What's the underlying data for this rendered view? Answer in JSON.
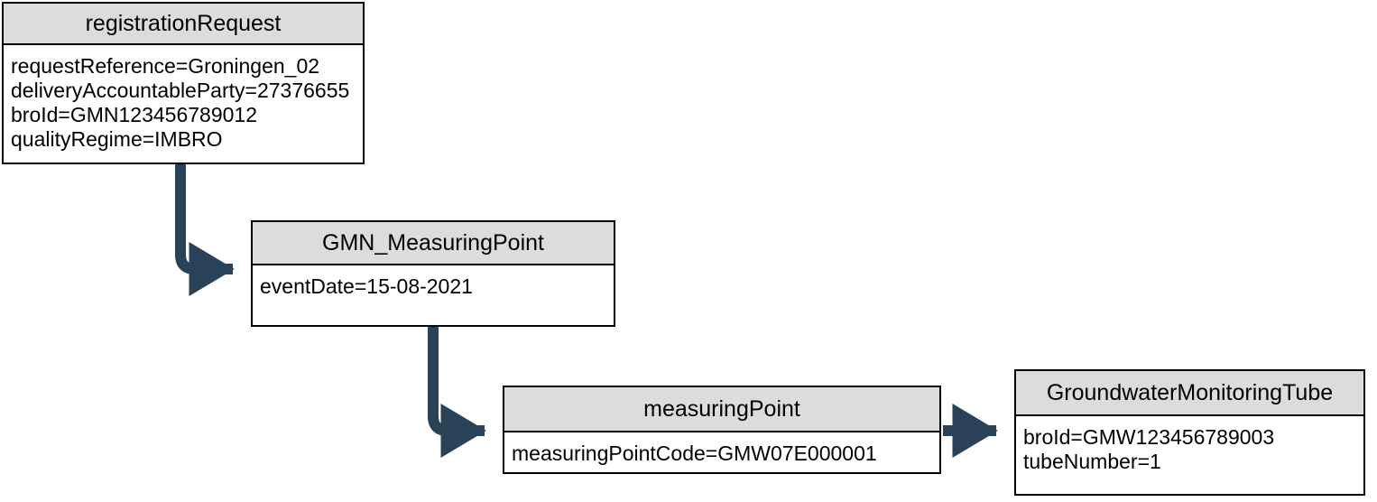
{
  "diagram": {
    "type": "object-diagram",
    "colors": {
      "box_header_fill": "#dcdcdc",
      "box_body_fill": "#ffffff",
      "box_border": "#000000",
      "connector": "#2a4258",
      "text": "#000000"
    },
    "boxes": [
      {
        "id": "registrationRequest",
        "title": "registrationRequest",
        "attributes": [
          "requestReference=Groningen_02",
          "deliveryAccountableParty=27376655",
          "broId=GMN123456789012",
          "qualityRegime=IMBRO"
        ]
      },
      {
        "id": "GMN_MeasuringPoint",
        "title": "GMN_MeasuringPoint",
        "attributes": [
          "eventDate=15-08-2021"
        ]
      },
      {
        "id": "measuringPoint",
        "title": "measuringPoint",
        "attributes": [
          "measuringPointCode=GMW07E000001"
        ]
      },
      {
        "id": "GroundwaterMonitoringTube",
        "title": "GroundwaterMonitoringTube",
        "attributes": [
          "broId=GMW123456789003",
          "tubeNumber=1"
        ]
      }
    ],
    "connectors": [
      {
        "from": "registrationRequest",
        "to": "GMN_MeasuringPoint",
        "style": "elbow-down-right"
      },
      {
        "from": "GMN_MeasuringPoint",
        "to": "measuringPoint",
        "style": "elbow-down-right"
      },
      {
        "from": "measuringPoint",
        "to": "GroundwaterMonitoringTube",
        "style": "straight-right"
      }
    ]
  }
}
